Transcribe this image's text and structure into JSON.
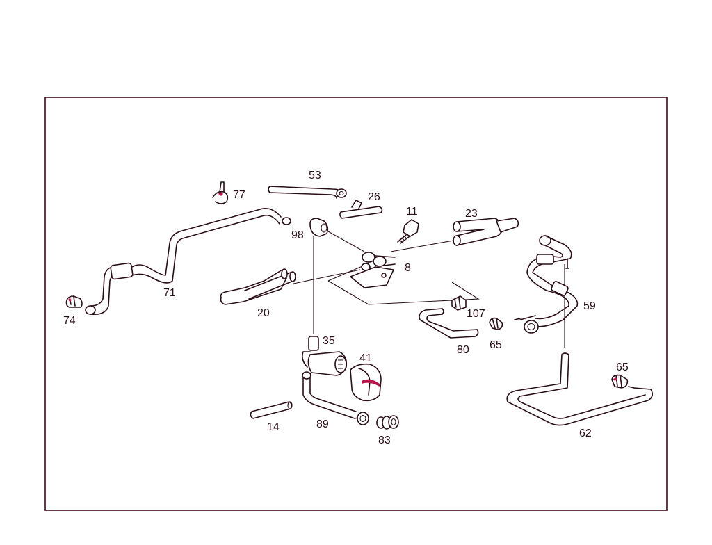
{
  "callouts": [
    {
      "id": "c53",
      "text": "53"
    },
    {
      "id": "c26",
      "text": "26"
    },
    {
      "id": "c77",
      "text": "77"
    },
    {
      "id": "c11",
      "text": "11"
    },
    {
      "id": "c23",
      "text": "23"
    },
    {
      "id": "c98",
      "text": "98"
    },
    {
      "id": "c8",
      "text": "8"
    },
    {
      "id": "c71",
      "text": "71"
    },
    {
      "id": "c74",
      "text": "74"
    },
    {
      "id": "c20",
      "text": "20"
    },
    {
      "id": "c107",
      "text": "107"
    },
    {
      "id": "c59",
      "text": "59"
    },
    {
      "id": "c80",
      "text": "80"
    },
    {
      "id": "c65a",
      "text": "65"
    },
    {
      "id": "c35",
      "text": "35"
    },
    {
      "id": "c41",
      "text": "41"
    },
    {
      "id": "c65b",
      "text": "65"
    },
    {
      "id": "c62",
      "text": "62"
    },
    {
      "id": "c14",
      "text": "14"
    },
    {
      "id": "c89",
      "text": "89"
    },
    {
      "id": "c83",
      "text": "83"
    }
  ],
  "colors": {
    "line": "#2a0d18",
    "frame": "#3d0a1c",
    "accent": "#b8144a"
  }
}
